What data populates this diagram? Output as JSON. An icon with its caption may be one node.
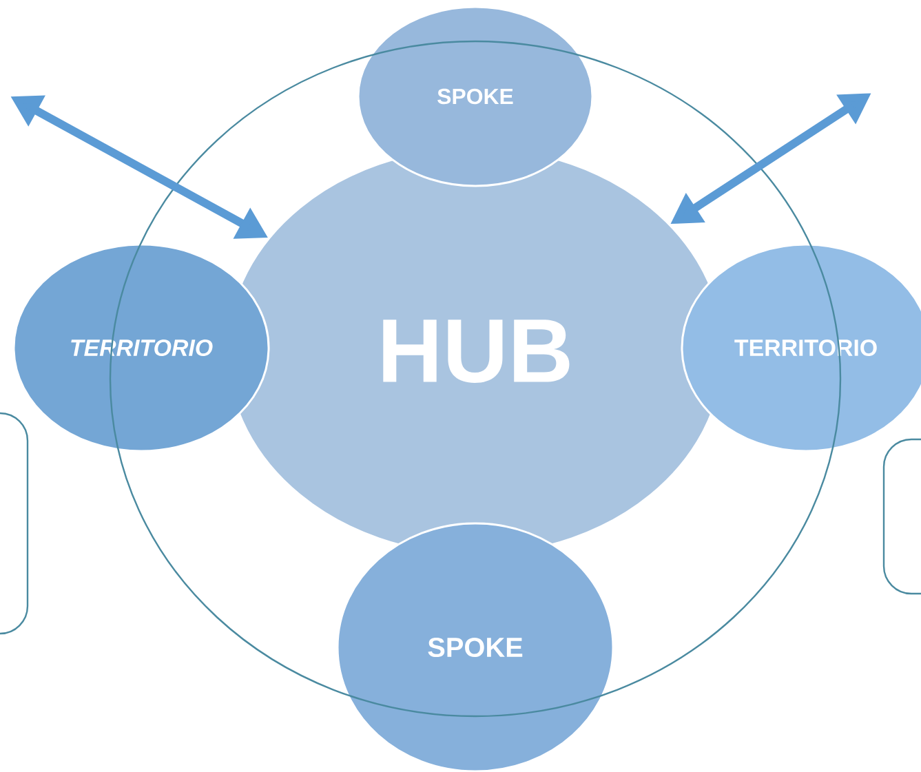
{
  "diagram": {
    "nodes": [
      {
        "text": [],
        "shape": "circle"
      },
      {
        "text": [
          "SPOKE"
        ]
      },
      {
        "text": [
          "HUB"
        ],
        "in": 0
      },
      {
        "text": [
          "TERRITORIO"
        ]
      },
      {
        "text": [
          "TERRITORIO"
        ]
      },
      {
        "text": [
          "SPOKE"
        ]
      },
      {
        "text": [],
        "shape": "box"
      },
      {
        "text": [],
        "shape": "box"
      }
    ],
    "edges": [
      {
        "from": null,
        "to": 2,
        "arrow": "both"
      },
      {
        "from": null,
        "to": 2,
        "arrow": "both"
      }
    ]
  }
}
